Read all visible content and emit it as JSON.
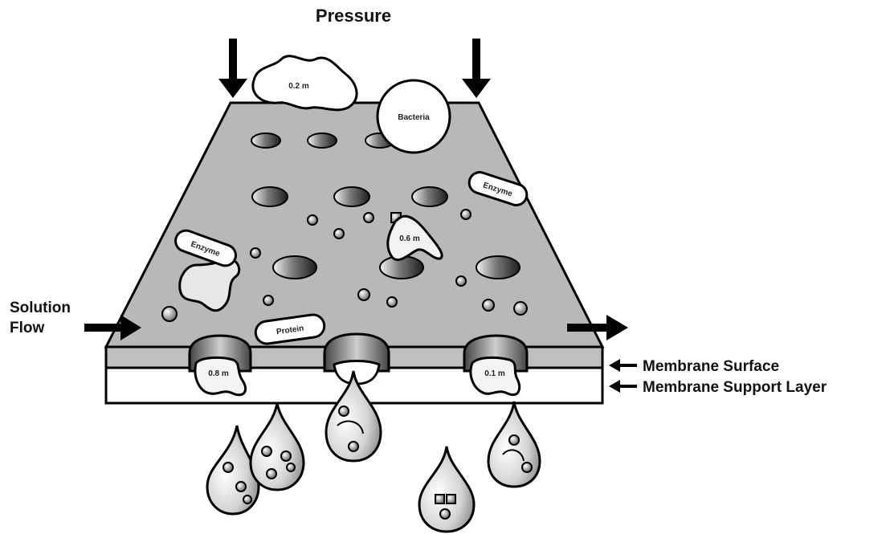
{
  "labels": {
    "pressure": "Pressure",
    "solution_flow_line1": "Solution",
    "solution_flow_line2": "Flow",
    "membrane_surface": "Membrane Surface",
    "membrane_support_layer": "Membrane Support Layer"
  },
  "particle_labels": {
    "top_blob": "0.2 m",
    "big_circle": "Bacteria",
    "capsule_right": "Enzyme",
    "capsule_left": "Enzyme",
    "capsule_bottom": "Protein",
    "blob_mid": "0.6 m",
    "pore_left": "0.8 m",
    "pore_right": "0.1 m"
  },
  "colors": {
    "ink": "#000000",
    "membrane_gray": "#b8b8b8",
    "pore_dark": "#555555",
    "background": "#ffffff"
  },
  "icons": [
    "down-arrow-icon",
    "right-arrow-icon",
    "left-arrow-icon",
    "droplet-icon"
  ]
}
